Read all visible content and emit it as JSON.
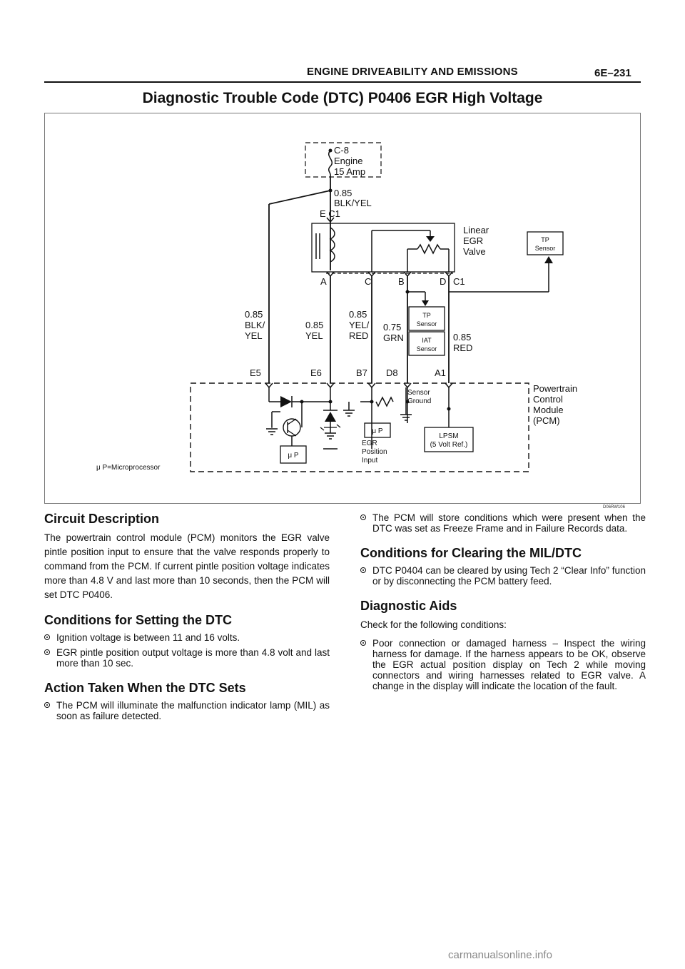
{
  "header": {
    "section": "ENGINE DRIVEABILITY AND EMISSIONS",
    "page": "6E–231"
  },
  "title": "Diagnostic Trouble Code (DTC) P0406  EGR High Voltage",
  "diagram": {
    "fuse": [
      "C-8",
      "Engine",
      "15 Amp"
    ],
    "wire_top": [
      "0.85",
      "BLK/YEL"
    ],
    "conn_top": "E  C1",
    "valve": [
      "Linear",
      "EGR",
      "Valve"
    ],
    "tp_sensor_right": [
      "TP",
      "Sensor"
    ],
    "pins": {
      "a": "A",
      "c": "C",
      "b": "B",
      "d": "D",
      "c1": "C1"
    },
    "wire1": [
      "0.85",
      "BLK/",
      "YEL"
    ],
    "wire2": [
      "0.85",
      "YEL"
    ],
    "wire3": [
      "0.85",
      "YEL/",
      "RED"
    ],
    "wire4": [
      "0.75",
      "GRN"
    ],
    "wire5": [
      "0.85",
      "RED"
    ],
    "tp_sensor_mid": [
      "TP",
      "Sensor"
    ],
    "iat_sensor": [
      "IAT",
      "Sensor"
    ],
    "pcm_pins": {
      "e5": "E5",
      "e6": "E6",
      "b7": "B7",
      "d8": "D8",
      "a1": "A1"
    },
    "pcm": [
      "Powertrain",
      "Control",
      "Module",
      "(PCM)"
    ],
    "sensor_ground": [
      "Sensor",
      "Ground"
    ],
    "up": "μ P",
    "egr_input": [
      "EGR",
      "Position",
      "Input"
    ],
    "lpsm": [
      "LPSM",
      "(5 Volt Ref.)"
    ],
    "legend": "μ P=Microprocessor",
    "figure_id": "D06RW106"
  },
  "circuit_description": {
    "heading": "Circuit Description",
    "text": "The powertrain control module (PCM) monitors the EGR valve pintle position input to ensure that the valve responds properly to command from the PCM. If current pintle  position voltage indicates more than 4.8 V and last more than 10 seconds, then the PCM will set DTC P0406."
  },
  "conditions_setting": {
    "heading": "Conditions for Setting the DTC",
    "items": [
      "Ignition voltage is between 11 and 16 volts.",
      "EGR pintle position output voltage is more than 4.8 volt and last more than 10 sec."
    ]
  },
  "action_taken": {
    "heading": "Action Taken When the DTC Sets",
    "items": [
      "The PCM will illuminate the malfunction indicator lamp (MIL) as soon as failure detected.",
      "The PCM will store conditions which were present when the DTC was set as Freeze Frame and in Failure Records data."
    ]
  },
  "conditions_clearing": {
    "heading": "Conditions for Clearing the MIL/DTC",
    "items": [
      "DTC P0404 can be cleared by using Tech 2 “Clear Info” function or by disconnecting the PCM battery feed."
    ]
  },
  "diagnostic_aids": {
    "heading": "Diagnostic Aids",
    "intro": "Check for the following conditions:",
    "items": [
      "Poor connection or damaged harness – Inspect the wiring harness for damage. If the harness appears to be OK, observe the EGR actual position display on Tech 2 while moving connectors and wiring harnesses related to EGR valve. A change in the display will indicate the location of the fault."
    ]
  },
  "watermark": "carmanualsonline.info"
}
